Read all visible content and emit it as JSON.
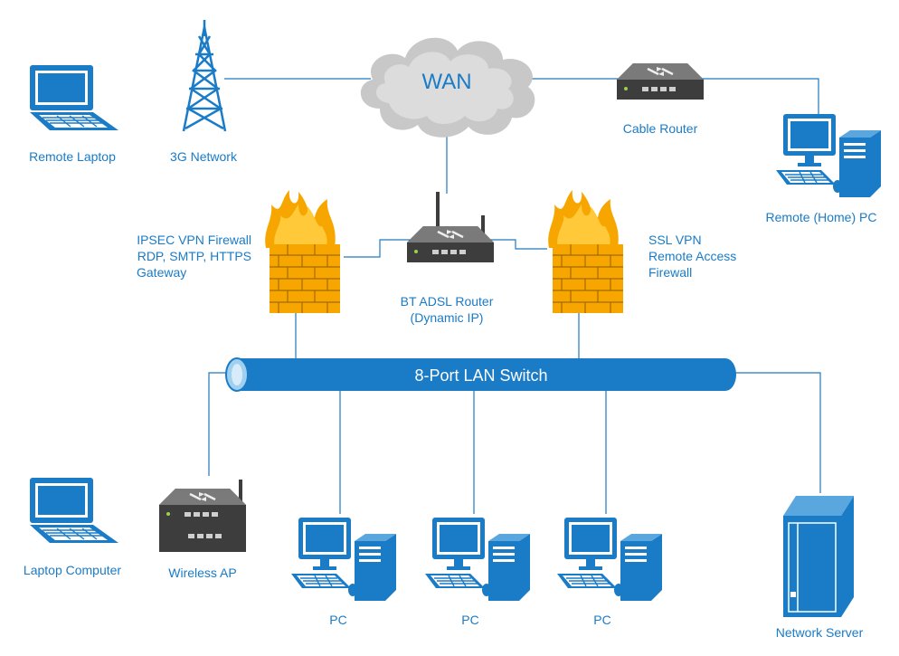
{
  "colors": {
    "accent": "#1a7bc7",
    "device_blue": "#1a7bc7",
    "flame_orange": "#f7a600",
    "brick": "#f5c03a",
    "router_dark": "#4a4a4a",
    "cloud_gray": "#c8c8c8"
  },
  "nodes": {
    "wan": {
      "label": "WAN",
      "icon": "cloud-icon"
    },
    "remote_laptop": {
      "label": "Remote Laptop",
      "icon": "laptop-icon"
    },
    "network_3g": {
      "label": "3G Network",
      "icon": "cell-tower-icon"
    },
    "cable_router": {
      "label": "Cable Router",
      "icon": "router-icon"
    },
    "remote_pc": {
      "label": "Remote (Home) PC",
      "icon": "desktop-pc-icon"
    },
    "ipsec_firewall": {
      "lines": [
        "IPSEC VPN Firewall",
        "RDP, SMTP, HTTPS",
        "Gateway"
      ],
      "icon": "firewall-icon"
    },
    "adsl_router": {
      "lines": [
        "BT ADSL Router",
        "(Dynamic IP)"
      ],
      "icon": "wireless-router-icon"
    },
    "ssl_firewall": {
      "lines": [
        "SSL VPN",
        "Remote Access",
        "Firewall"
      ],
      "icon": "firewall-icon"
    },
    "lan_switch": {
      "label": "8-Port LAN Switch",
      "icon": "switch-cylinder-icon"
    },
    "laptop_computer": {
      "label": "Laptop Computer",
      "icon": "laptop-icon"
    },
    "wireless_ap": {
      "label": "Wireless AP",
      "icon": "wireless-router-icon"
    },
    "pc1": {
      "label": "PC",
      "icon": "desktop-pc-icon"
    },
    "pc2": {
      "label": "PC",
      "icon": "desktop-pc-icon"
    },
    "pc3": {
      "label": "PC",
      "icon": "desktop-pc-icon"
    },
    "network_server": {
      "label": "Network Server",
      "icon": "server-icon"
    }
  }
}
